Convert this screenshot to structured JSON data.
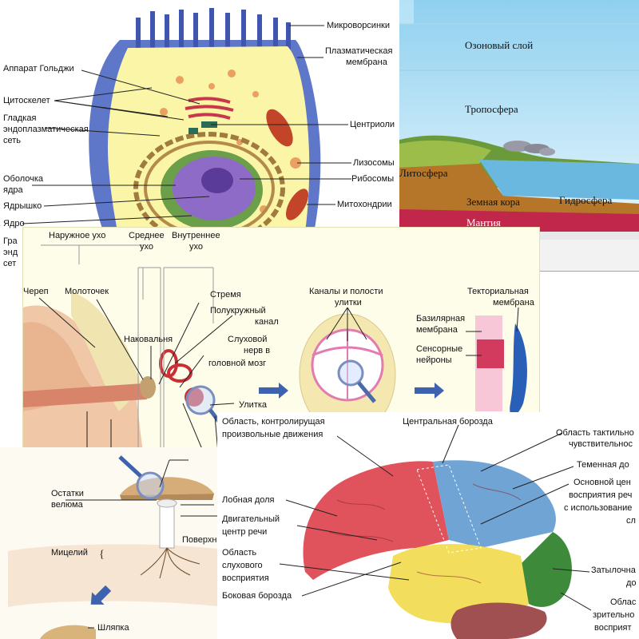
{
  "cell": {
    "labels_right": [
      "Микроворсинки",
      "Плазматическая",
      "мембрана",
      "Центриоли",
      "Лизосомы",
      "Рибосомы",
      "Митохондрии"
    ],
    "labels_left": [
      "Аппарат Гольджи",
      "Цитоскелет",
      "Гладкая",
      "эндоплазматическая",
      "сеть",
      "Оболочка",
      "ядра",
      "Ядрышко",
      "Ядро",
      "Гра",
      "энд",
      "сет"
    ]
  },
  "earth": {
    "labels": [
      "Озоновый слой",
      "Тропосфера",
      "Литосфера",
      "Земная кора",
      "Гидросфера",
      "Мантия"
    ]
  },
  "ear": {
    "labels": [
      "Наружное ухо",
      "Среднее",
      "ухо",
      "Внутреннее",
      "ухо",
      "Череп",
      "Молоточек",
      "Стремя",
      "Полукружный",
      "канал",
      "Наковальня",
      "Слуховой",
      "нерв в",
      "головной мозг",
      "Улитка",
      "Каналы и полости",
      "улитки",
      "Текториальная",
      "мембрана",
      "Базилярная",
      "мембрана",
      "Сенсорные",
      "нейроны"
    ]
  },
  "mushroom": {
    "labels": [
      "Остатки",
      "велюма",
      "Мицелий",
      "Шляпка",
      "Поверхн"
    ]
  },
  "brain": {
    "labels": [
      "Область, контролирущая",
      "произвольные движения",
      "Центральная борозда",
      "Область тактильно",
      "чувствительнос",
      "Теменная до",
      "Основной цен",
      "восприятия реч",
      "с использование",
      "сл",
      "Лобная доля",
      "Двигательный",
      "центр речи",
      "Область",
      "слухового",
      "восприятия",
      "Боковая борозда",
      "Затылочна",
      "до",
      "Облас",
      "зрительно",
      "восприят"
    ]
  }
}
